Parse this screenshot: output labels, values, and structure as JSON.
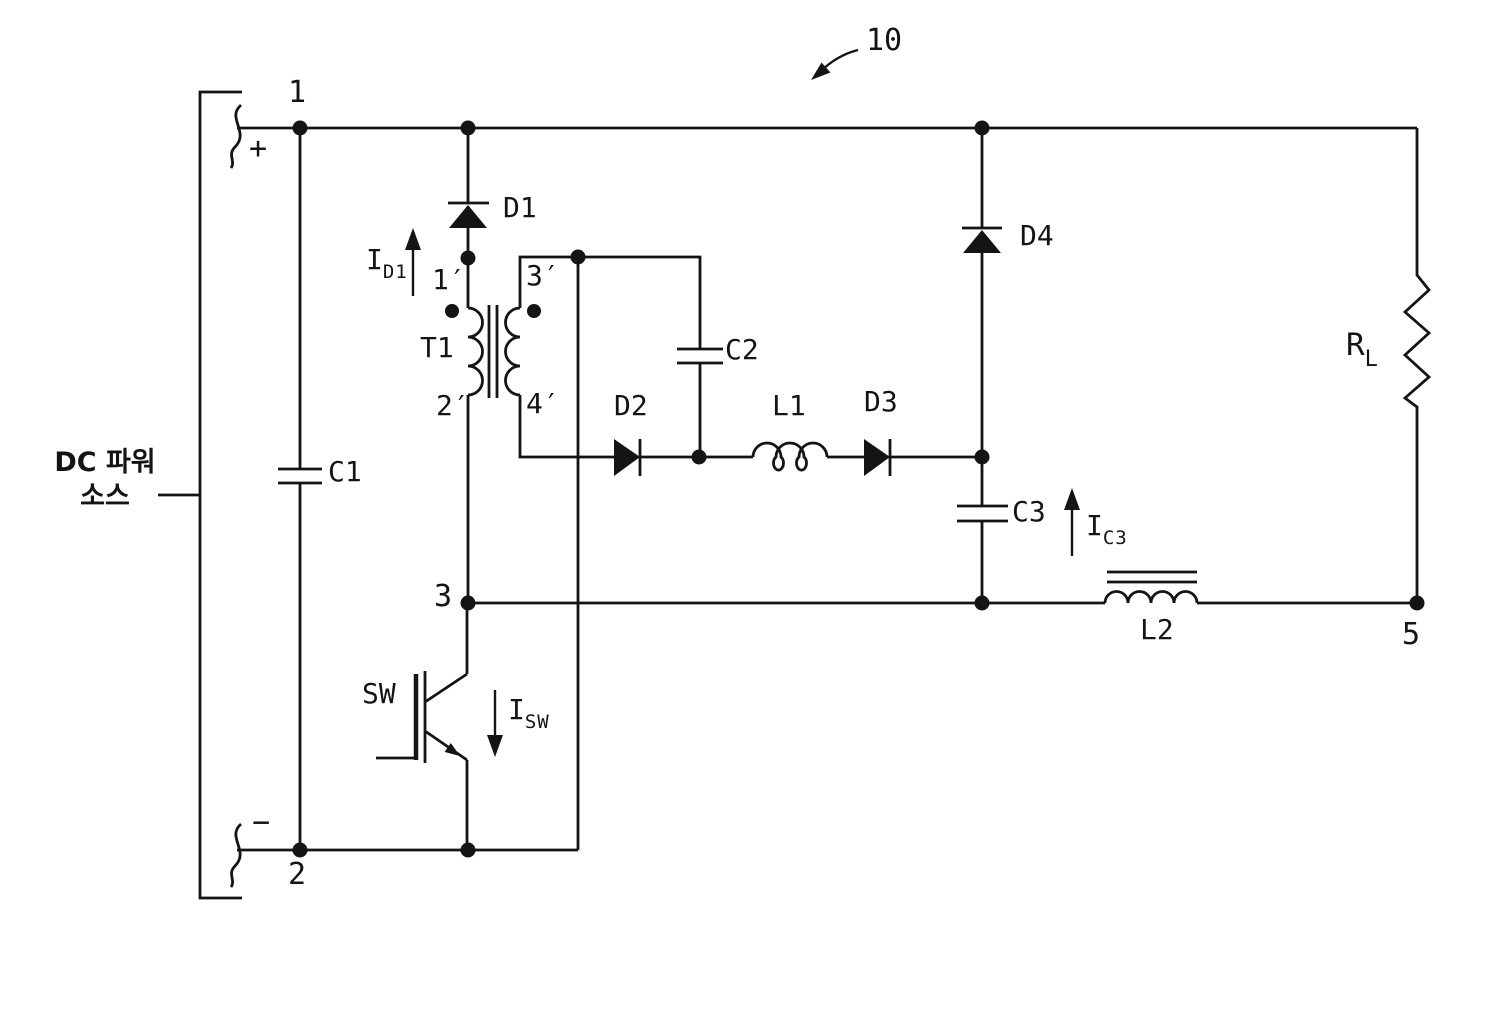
{
  "figure": {
    "ref_number": "10"
  },
  "power_source": {
    "name_line1": "DC 파워",
    "name_line2": "소스",
    "plus": "+",
    "minus": "−"
  },
  "node_labels": {
    "n1": "1",
    "n2": "2",
    "n3": "3",
    "n5": "5"
  },
  "transformer": {
    "name": "T1",
    "terminal_1": "1′",
    "terminal_2": "2′",
    "terminal_3": "3′",
    "terminal_4": "4′"
  },
  "components": {
    "c1": "C1",
    "c2": "C2",
    "c3": "C3",
    "d1": "D1",
    "d2": "D2",
    "d3": "D3",
    "d4": "D4",
    "l1": "L1",
    "l2": "L2",
    "sw": "SW",
    "load_main": "R",
    "load_sub": "L"
  },
  "currents": {
    "i_d1": {
      "main": "I",
      "sub": "D1"
    },
    "i_sw": {
      "main": "I",
      "sub": "SW"
    },
    "i_c3": {
      "main": "I",
      "sub": "C3"
    }
  },
  "colors": {
    "ink": "#141414",
    "background": "#ffffff"
  }
}
